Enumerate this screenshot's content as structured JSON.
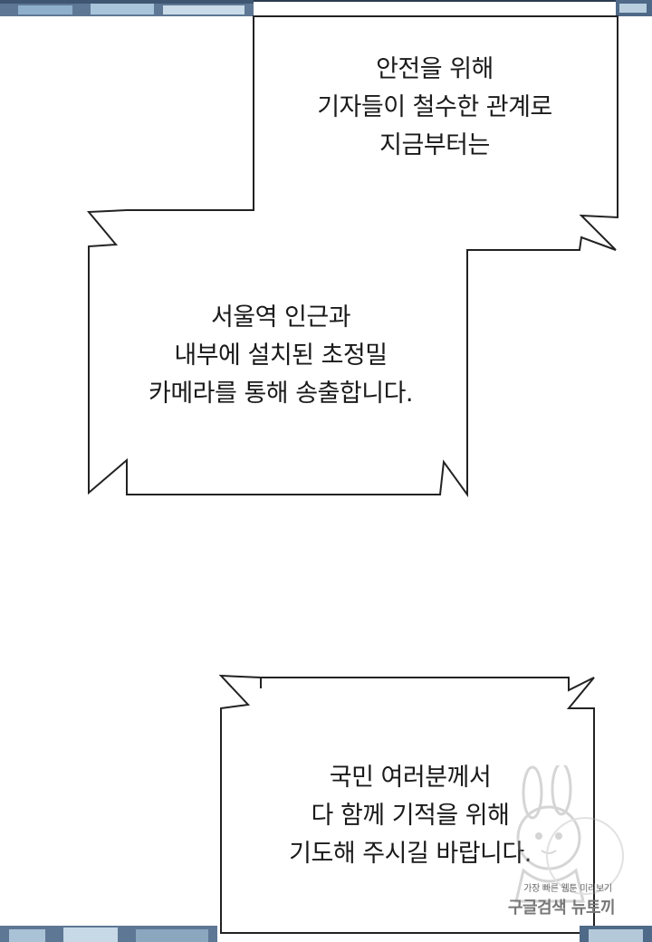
{
  "bubbles": [
    {
      "lines": [
        "안전을 위해",
        "기자들이 철수한 관계로",
        "지금부터는"
      ]
    },
    {
      "lines": [
        "서울역 인근과",
        "내부에 설치된 초정밀",
        "카메라를 통해 송출합니다."
      ]
    },
    {
      "lines": [
        "국민 여러분께서",
        "다 함께 기적을 위해",
        "기도해 주시길 바랍니다."
      ]
    }
  ],
  "watermark": {
    "small_text": "가장 빠른 웹툰 미리보기",
    "big_text": "구글검색 뉴토끼"
  },
  "colors": {
    "bubble_stroke": "#222222",
    "bubble_fill": "#ffffff",
    "strip": "#5a7a9a"
  }
}
